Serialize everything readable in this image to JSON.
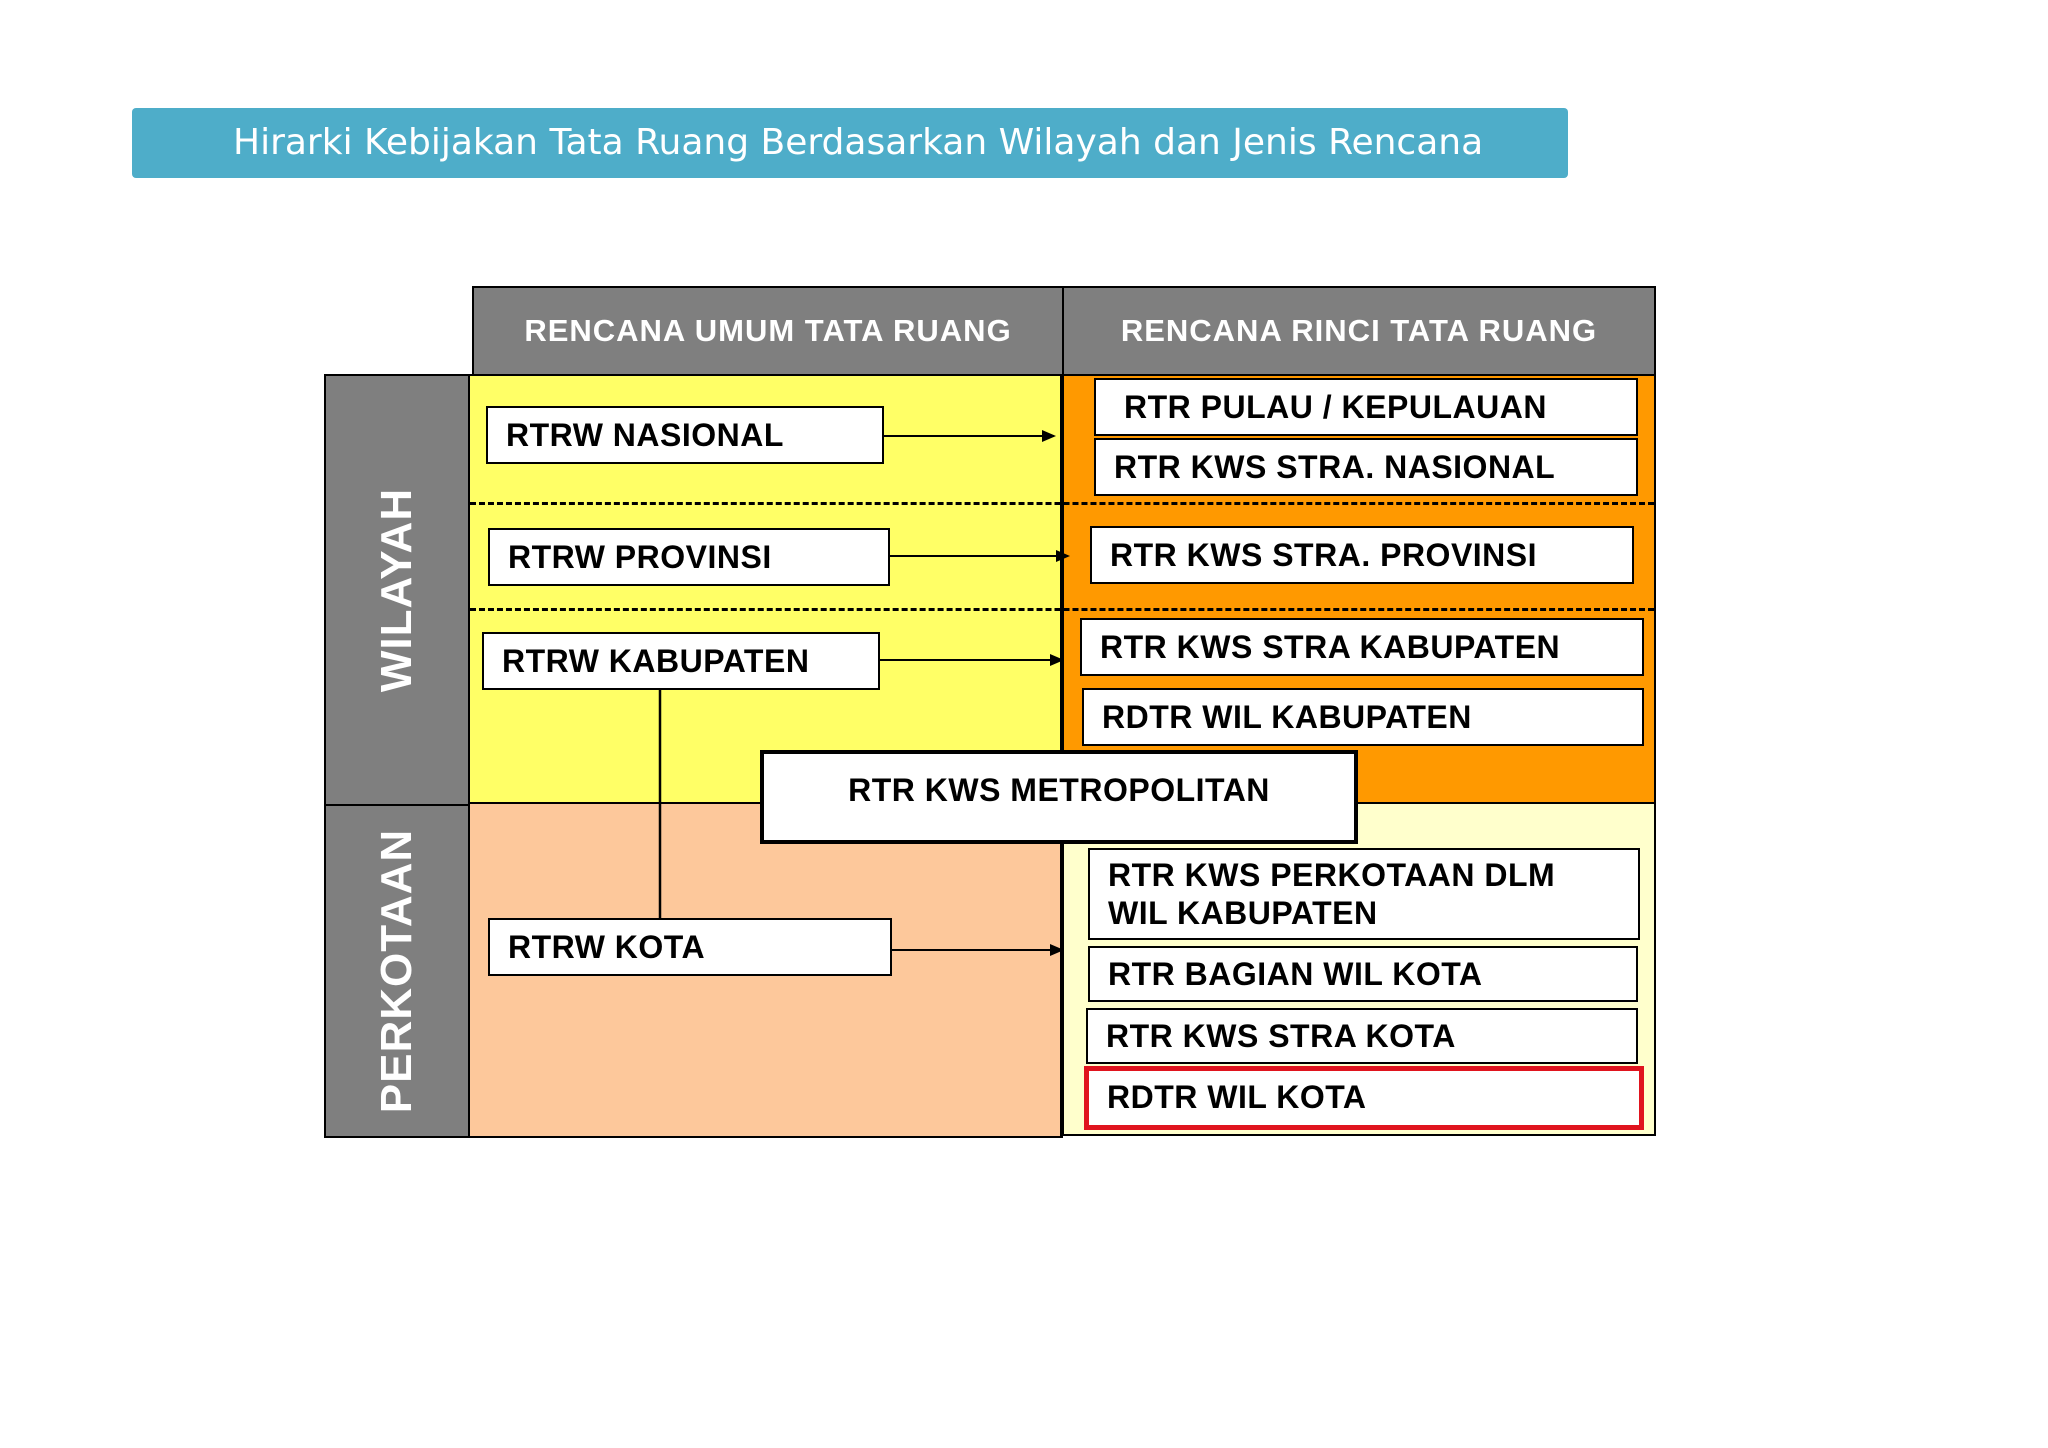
{
  "title": "Hirarki Kebijakan Tata Ruang Berdasarkan Wilayah dan Jenis Rencana",
  "headers": {
    "umum": "RENCANA  UMUM TATA RUANG",
    "rinci": "RENCANA  RINCI TATA RUANG"
  },
  "side_labels": {
    "wilayah": "WILAYAH",
    "perkotaan": "PERKOTAAN"
  },
  "umum_boxes": {
    "nasional": "RTRW NASIONAL",
    "provinsi": "RTRW PROVINSI",
    "kabupaten": "RTRW KABUPATEN",
    "kota": "RTRW KOTA"
  },
  "metropolitan": "RTR KWS METROPOLITAN",
  "rinci_boxes": {
    "pulau": "RTR PULAU / KEPULAUAN",
    "stra_nasional": "RTR KWS STRA.  NASIONAL",
    "stra_provinsi": "RTR KWS STRA.  PROVINSI",
    "stra_kabupaten": "RTR KWS STRA KABUPATEN",
    "rdtr_kabupaten": "RDTR WIL KABUPATEN",
    "perkotaan_kab_line1": "RTR KWS PERKOTAAN  DLM",
    "perkotaan_kab_line2": "WIL KABUPATEN",
    "bagian_kota": "RTR BAGIAN  WIL KOTA",
    "stra_kota": "RTR KWS STRA KOTA",
    "rdtr_kota": "RDTR WIL KOTA"
  },
  "colors": {
    "title_bar": "#4eadc9",
    "header_gray": "#7f7f7f",
    "wilayah_umum": "#ffff66",
    "wilayah_rinci": "#ff9900",
    "perkotaan_umum": "#fdc89b",
    "perkotaan_rinci": "#ffffcc",
    "highlight_border": "#e0141e"
  }
}
